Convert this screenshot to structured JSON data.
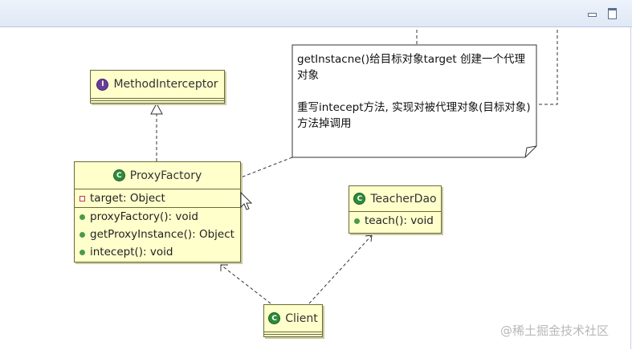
{
  "window": {
    "minimize_icon": "minimize-icon",
    "maximize_icon": "maximize-icon"
  },
  "classes": {
    "method_interceptor": {
      "name": "MethodInterceptor",
      "icon": "interface-icon"
    },
    "proxy_factory": {
      "name": "ProxyFactory",
      "icon": "class-icon",
      "fields": [
        "target: Object"
      ],
      "methods": [
        "proxyFactory(): void",
        "getProxyInstance(): Object",
        "intecept(): void"
      ]
    },
    "teacher_dao": {
      "name": "TeacherDao",
      "icon": "class-icon",
      "methods": [
        "teach(): void"
      ]
    },
    "client": {
      "name": "Client",
      "icon": "class-icon"
    }
  },
  "note": {
    "line1": "getInstacne()给目标对象target 创建一个代理\n对象",
    "line2": "重写intecept方法, 实现对被代理对象(目标对象)\n方法掉调用"
  },
  "watermark": "@稀土掘金技术社区",
  "colors": {
    "class_fill": "#ffffcc",
    "class_icon": "#2e8b3a",
    "interface_icon": "#6a3d9a"
  }
}
